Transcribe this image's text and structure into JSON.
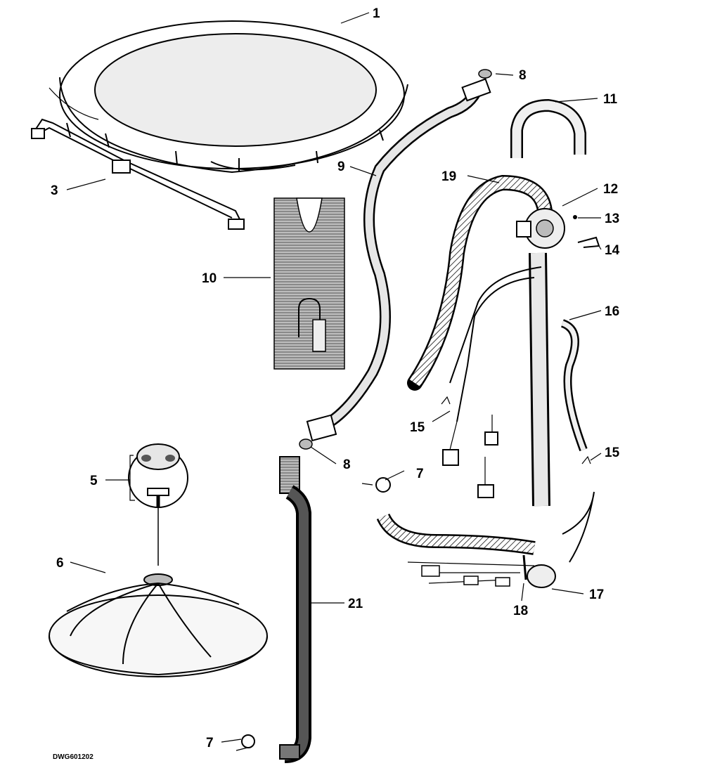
{
  "callouts": [
    {
      "id": "1",
      "label": "1"
    },
    {
      "id": "3",
      "label": "3"
    },
    {
      "id": "5",
      "label": "5"
    },
    {
      "id": "6",
      "label": "6"
    },
    {
      "id": "7a",
      "label": "7"
    },
    {
      "id": "7b",
      "label": "7"
    },
    {
      "id": "8a",
      "label": "8"
    },
    {
      "id": "8b",
      "label": "8"
    },
    {
      "id": "9",
      "label": "9"
    },
    {
      "id": "10",
      "label": "10"
    },
    {
      "id": "11",
      "label": "11"
    },
    {
      "id": "12",
      "label": "12"
    },
    {
      "id": "13",
      "label": "13"
    },
    {
      "id": "14",
      "label": "14"
    },
    {
      "id": "15a",
      "label": "15"
    },
    {
      "id": "15b",
      "label": "15"
    },
    {
      "id": "16",
      "label": "16"
    },
    {
      "id": "17",
      "label": "17"
    },
    {
      "id": "18",
      "label": "18"
    },
    {
      "id": "19",
      "label": "19"
    },
    {
      "id": "21",
      "label": "21"
    }
  ],
  "drawing_number": "DWG601202"
}
